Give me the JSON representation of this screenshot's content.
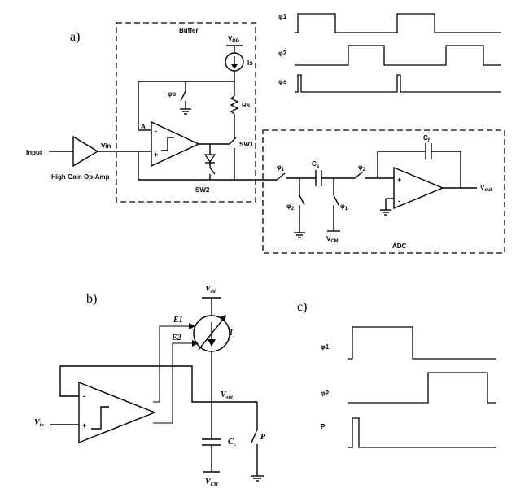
{
  "panel_a": {
    "label": "a)",
    "buffer_title": "Buffer",
    "vdd": "V",
    "vdd_sub": "DD",
    "is": "Is",
    "rs": "Rs",
    "phis": "φs",
    "node_a": "A",
    "sw1": "SW1",
    "sw2": "SW2",
    "input": "Input",
    "vin": "Vin",
    "amp_caption": "High Gain Op-Amp",
    "adc_title": "ADC",
    "phi1_a": "φ",
    "phi1_a_sub": "1",
    "phi2_a": "φ",
    "phi2_a_sub": "2",
    "phi2_b": "φ",
    "phi2_b_sub": "2",
    "phi1_b": "φ",
    "phi1_b_sub": "1",
    "cs": "C",
    "cs_sub": "s",
    "cf": "C",
    "cf_sub": "f",
    "vcm": "V",
    "vcm_sub": "CM",
    "vout": "V",
    "vout_sub": "out",
    "timing": [
      "φ1",
      "φ2",
      "φs"
    ]
  },
  "panel_b": {
    "label": "b)",
    "vdd": "V",
    "vdd_sub": "dd",
    "e1": "E1",
    "e2": "E2",
    "i1": "I",
    "i1_sub": "1",
    "vin": "V",
    "vin_sub": "in",
    "vout": "V",
    "vout_sub": "out",
    "cl": "C",
    "cl_sub": "L",
    "p": "P",
    "vcm": "V",
    "vcm_sub": "CM"
  },
  "panel_c": {
    "label": "c)",
    "timing": [
      "φ1",
      "φ2",
      "P"
    ]
  }
}
